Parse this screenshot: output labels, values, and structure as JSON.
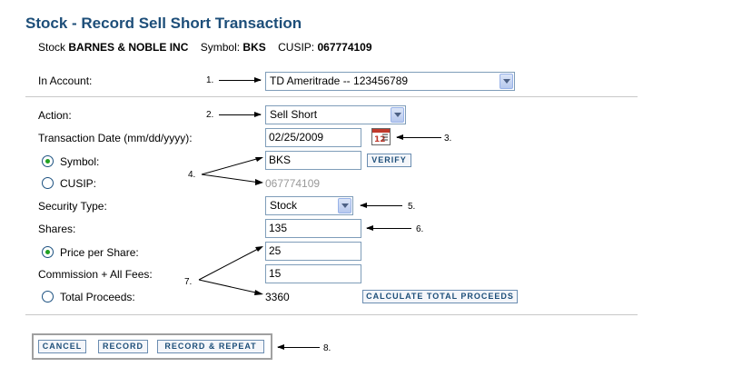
{
  "page_title": "Stock - Record Sell Short Transaction",
  "stock_info": {
    "stock_label": "Stock",
    "stock_name": "BARNES & NOBLE INC",
    "symbol_label": "Symbol:",
    "symbol": "BKS",
    "cusip_label": "CUSIP:",
    "cusip": "067774109"
  },
  "account": {
    "label": "In Account:",
    "selected": "TD Ameritrade -- 123456789"
  },
  "form": {
    "action_label": "Action:",
    "action_value": "Sell Short",
    "date_label": "Transaction Date (mm/dd/yyyy):",
    "date_value": "02/25/2009",
    "symbol_label": "Symbol:",
    "symbol_value": "BKS",
    "verify_label": "VERIFY",
    "cusip_label": "CUSIP:",
    "cusip_placeholder": "067774109",
    "security_type_label": "Security Type:",
    "security_type_value": "Stock",
    "shares_label": "Shares:",
    "shares_value": "135",
    "price_label": "Price per Share:",
    "price_value": "25",
    "commission_label": "Commission + All Fees:",
    "commission_value": "15",
    "total_label": "Total Proceeds:",
    "total_value": "3360",
    "calculate_label": "CALCULATE TOTAL PROCEEDS"
  },
  "buttons": {
    "cancel": "CANCEL",
    "record": "RECORD",
    "record_repeat": "RECORD & REPEAT"
  },
  "annotations": {
    "n1": "1.",
    "n2": "2.",
    "n3": "3.",
    "n4": "4.",
    "n5": "5.",
    "n6": "6.",
    "n7": "7.",
    "n8": "8."
  }
}
